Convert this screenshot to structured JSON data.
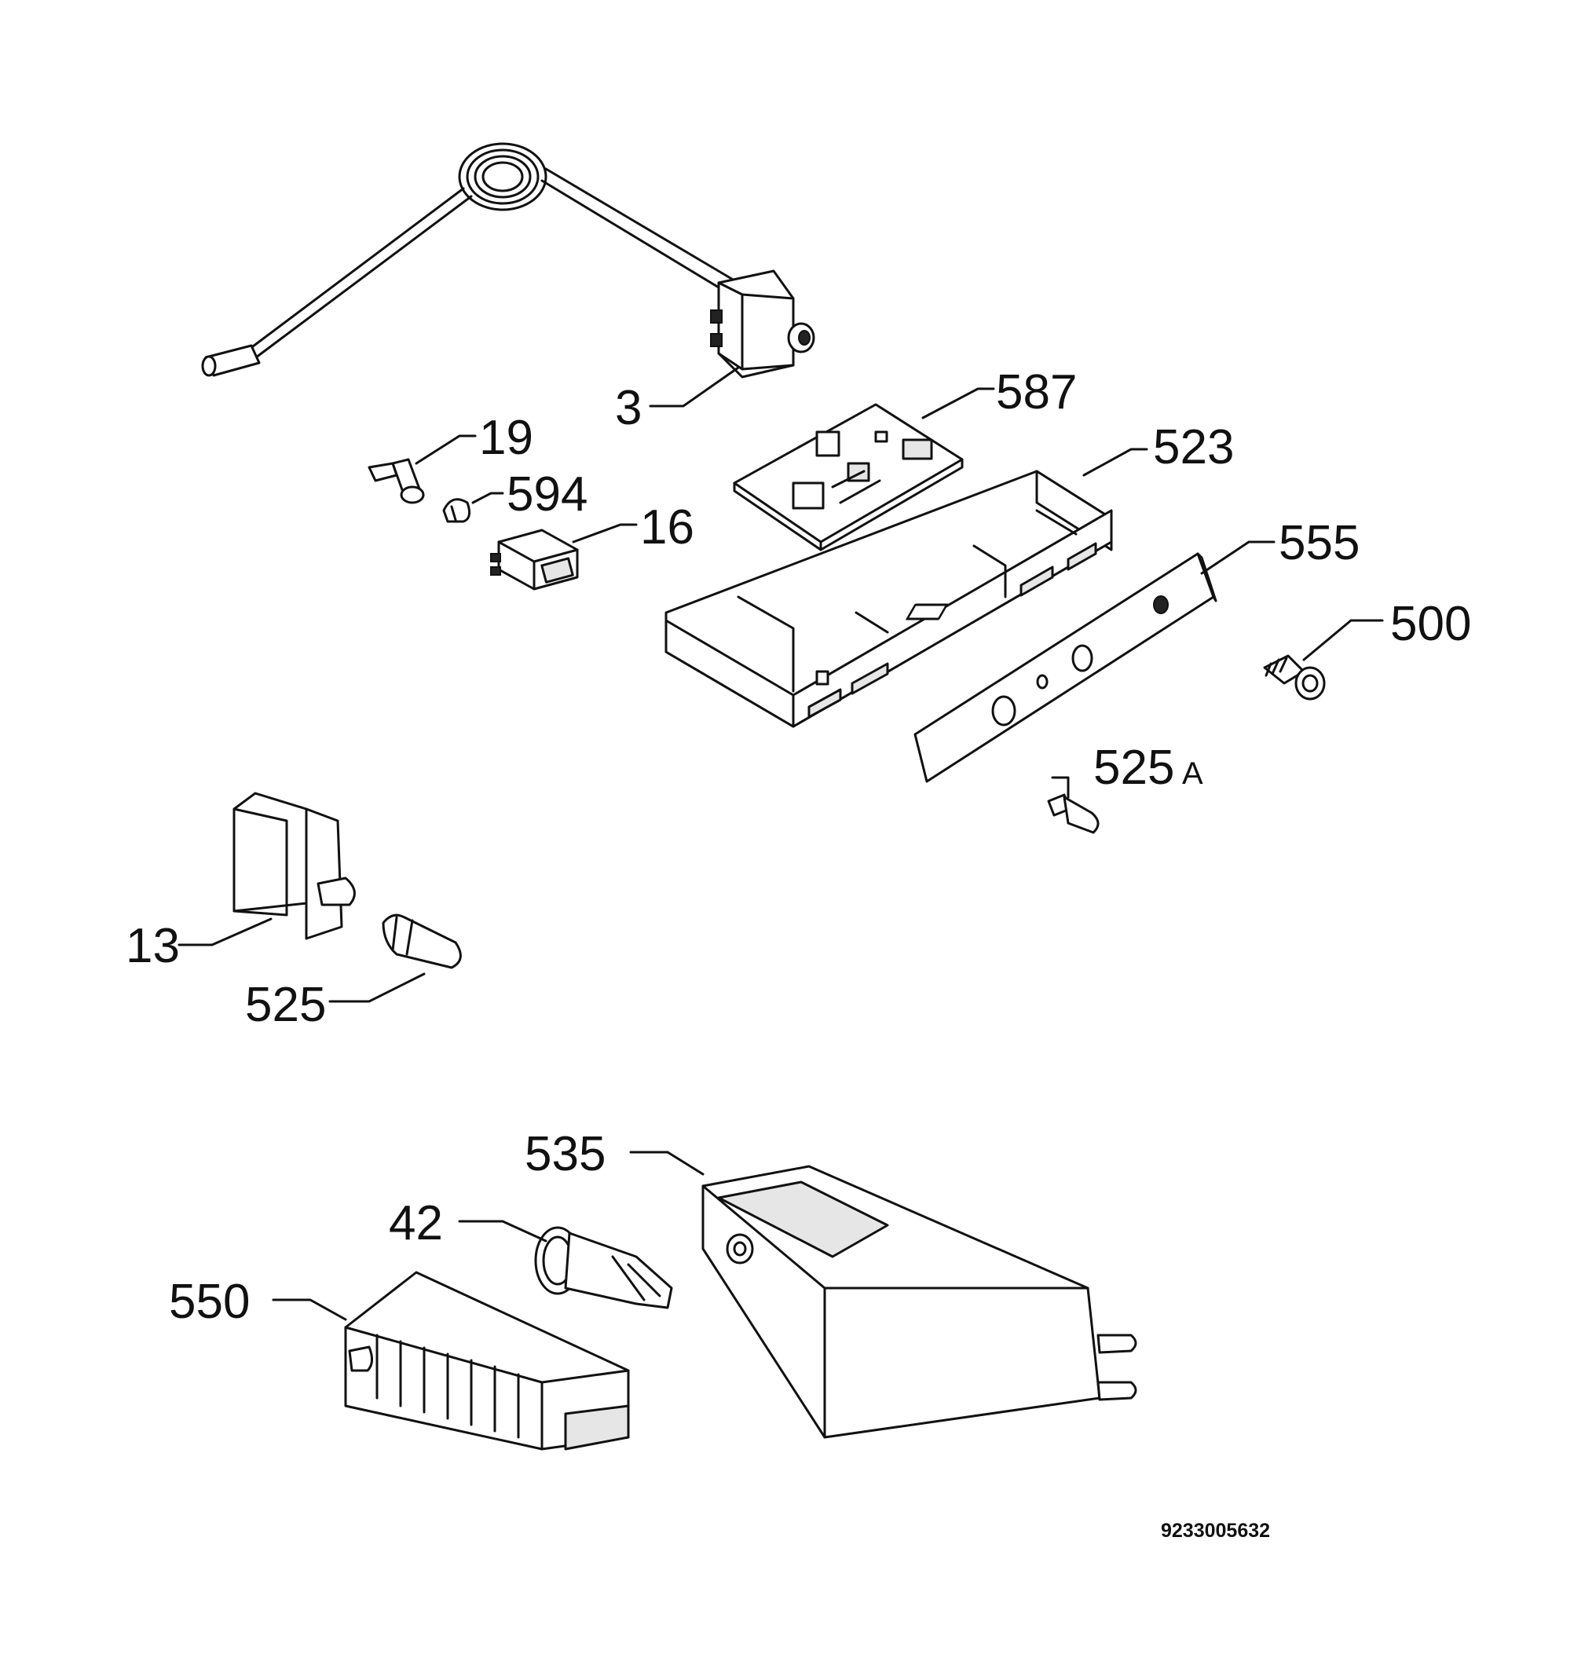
{
  "labels": {
    "p3": "3",
    "p587": "587",
    "p523": "523",
    "p19": "19",
    "p594": "594",
    "p16": "16",
    "p555": "555",
    "p500": "500",
    "p525a": "525",
    "p525a_suffix": "A",
    "p13": "13",
    "p525": "525",
    "p535": "535",
    "p42": "42",
    "p550": "550"
  },
  "drawing_id": "9233005632"
}
